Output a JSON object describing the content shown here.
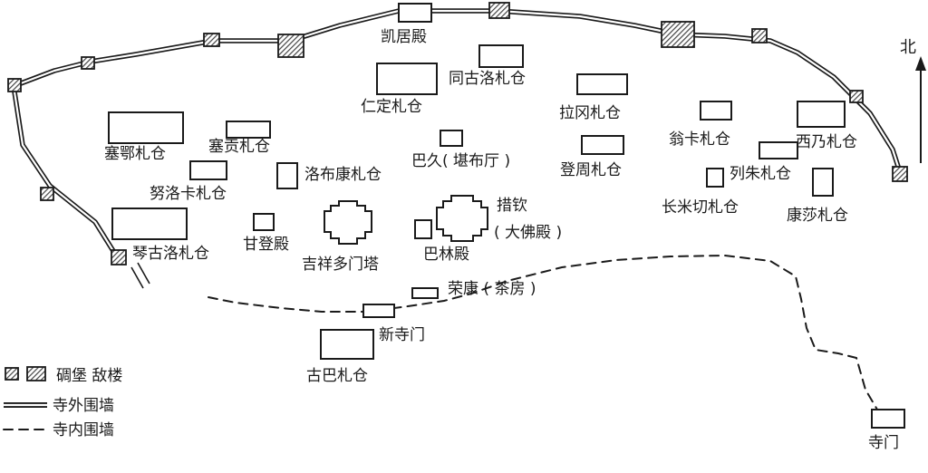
{
  "map": {
    "north_label": "北",
    "buildings": {
      "kaijudian": "凯居殿",
      "tonggu": "同古洛札仓",
      "rending": "仁定札仓",
      "lagang": "拉冈札仓",
      "wengka": "翁卡札仓",
      "xinai": "西乃札仓",
      "saie": "塞鄂札仓",
      "saigong": "塞贡札仓",
      "bajiu": "巴久( 堪布厅 )",
      "dengzhou": "登周札仓",
      "liezhu": "列朱札仓",
      "nuluoka": "努洛卡札仓",
      "luobukang": "洛布康札仓",
      "changmiqie": "长米切札仓",
      "kangsha": "康莎札仓",
      "cuoqin_1": "措钦",
      "cuoqin_2": "( 大佛殿 )",
      "gandeng": "甘登殿",
      "qingu": "琴古洛札仓",
      "jixiang": "吉祥多门塔",
      "balin": "巴林殿",
      "rongkang": "荣康 ( 茶房 )",
      "xinsimen": "新寺门",
      "guba": "古巴札仓",
      "simen": "寺门"
    }
  },
  "legend": {
    "towers": "碉堡   敌楼",
    "outer_wall": "寺外围墙",
    "inner_wall": "寺内围墙"
  },
  "colors": {
    "ink": "#1a1a1a",
    "background": "#ffffff",
    "hatch": "#555555"
  }
}
